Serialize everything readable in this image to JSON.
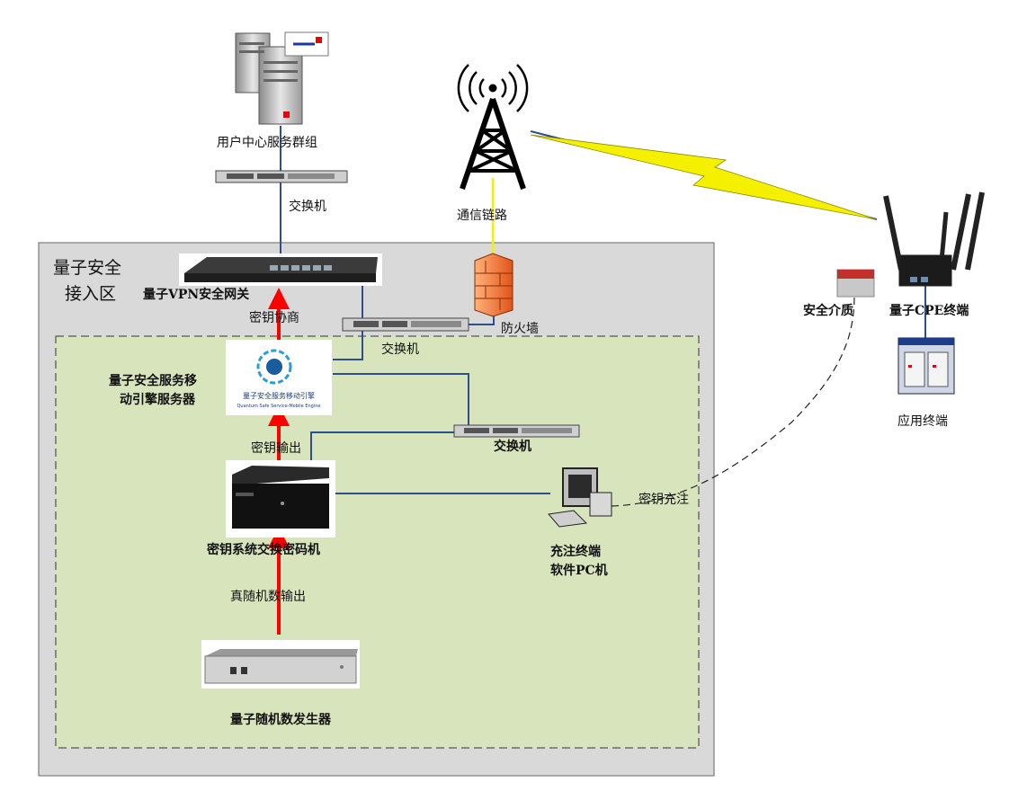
{
  "zone": {
    "title_line1": "量子安全",
    "title_line2": "接入区"
  },
  "nodes": {
    "user_center": "用户中心服务群组",
    "switch_top": "交换机",
    "comm_link": "通信链路",
    "vpn_gateway": "量子VPN安全网关",
    "key_negotiation": "密钥协商",
    "switch_mid": "交换机",
    "firewall": "防火墙",
    "mobile_engine_line1": "量子安全服务移",
    "mobile_engine_line2": "动引擎服务器",
    "switch_lower": "交换机",
    "key_output": "密钥输出",
    "key_system": "密钥系统交换密码机",
    "random_output": "真随机数输出",
    "qrng": "量子随机数发生器",
    "charge_pc_line1": "充注终端",
    "charge_pc_line2": "软件PC机",
    "key_charge": "密钥充注",
    "secure_medium": "安全介质",
    "cpe_terminal": "量子CPE终端",
    "app_terminal": "应用终端"
  },
  "engine_logo": {
    "line1": "量子安全服务移动引擎",
    "line2": "Quantum Safe Service-Mobile Engine"
  },
  "colors": {
    "link": "#2f4e8c",
    "arrow": "#ff0000",
    "radio": "#f5f000",
    "zone_outer": "#d9d9d9",
    "zone_inner": "#d8e4bc"
  }
}
